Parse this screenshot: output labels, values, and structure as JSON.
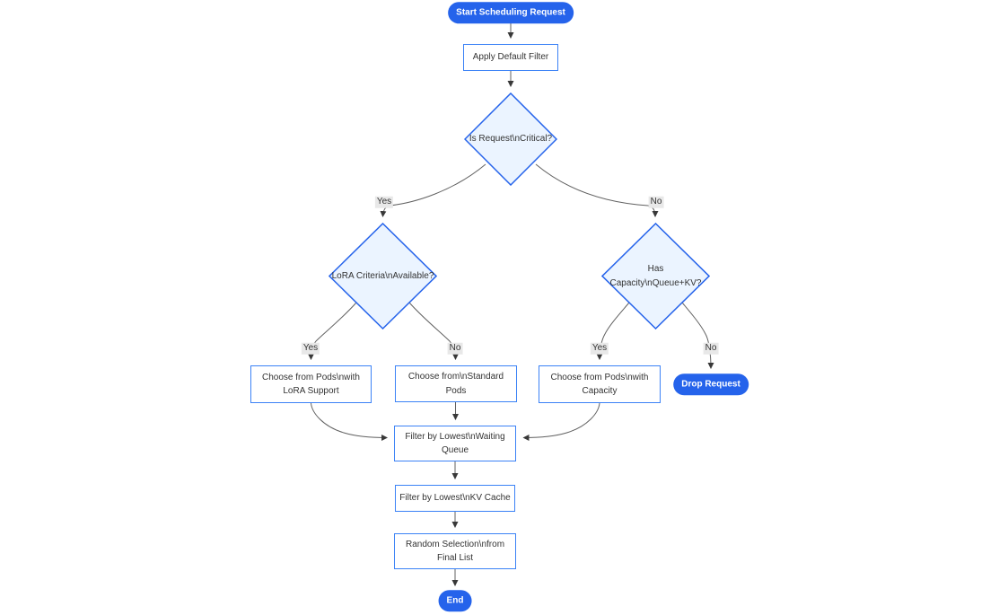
{
  "diagram": {
    "type": "flowchart",
    "direction": "top-down",
    "colors": {
      "accent": "#2563eb",
      "process_fill": "#ffffff",
      "process_border": "#3b82f6",
      "decision_fill": "#ebf4ff",
      "decision_border": "#2563eb",
      "edge_line": "#616161",
      "arrowhead": "#383838",
      "edge_label_bg": "#e8e8e8",
      "text": "#333333",
      "terminal_text": "#ffffff"
    },
    "nodes": {
      "start": {
        "type": "terminal",
        "label": "Start Scheduling Request"
      },
      "apply_default_filter": {
        "type": "process",
        "label": "Apply Default Filter"
      },
      "is_critical": {
        "type": "decision",
        "label": "Is Request\\nCritical?"
      },
      "lora_available": {
        "type": "decision",
        "label": "LoRA Criteria\\nAvailable?"
      },
      "has_capacity": {
        "type": "decision",
        "label": "Has Capacity\\nQueue+KV?"
      },
      "choose_lora_pods": {
        "type": "process",
        "label": [
          "Choose from Pods\\nwith",
          "LoRA Support"
        ]
      },
      "choose_standard_pods": {
        "type": "process",
        "label": [
          "Choose from\\nStandard",
          "Pods"
        ]
      },
      "choose_capacity_pods": {
        "type": "process",
        "label": [
          "Choose from Pods\\nwith",
          "Capacity"
        ]
      },
      "drop_request": {
        "type": "terminal",
        "label": "Drop Request"
      },
      "filter_waiting_queue": {
        "type": "process",
        "label": [
          "Filter by Lowest\\nWaiting",
          "Queue"
        ]
      },
      "filter_kv_cache": {
        "type": "process",
        "label": "Filter by Lowest\\nKV Cache"
      },
      "random_selection": {
        "type": "process",
        "label": [
          "Random Selection\\nfrom",
          "Final List"
        ]
      },
      "end": {
        "type": "terminal",
        "label": "End"
      }
    },
    "edge_labels": {
      "critical_yes": "Yes",
      "critical_no": "No",
      "lora_yes": "Yes",
      "lora_no": "No",
      "capacity_yes": "Yes",
      "capacity_no": "No"
    }
  }
}
